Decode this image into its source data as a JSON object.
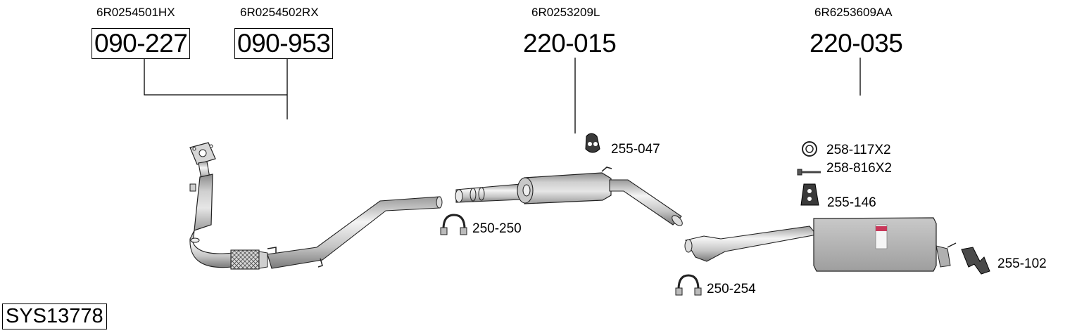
{
  "diagram": {
    "system_id": "SYS13778",
    "groups": [
      {
        "oem": "6R0254501HX",
        "part": "090-227",
        "boxed": true
      },
      {
        "oem": "6R0254502RX",
        "part": "090-953",
        "boxed": true
      },
      {
        "oem": "6R0253209L",
        "part": "220-015",
        "boxed": false
      },
      {
        "oem": "6R6253609AA",
        "part": "220-035",
        "boxed": false
      }
    ],
    "fittings": [
      {
        "part": "255-047",
        "icon": "rubber-hanger-icon"
      },
      {
        "part": "250-250",
        "icon": "pipe-clamp-icon"
      },
      {
        "part": "258-117X2",
        "icon": "gasket-ring-icon"
      },
      {
        "part": "258-816X2",
        "icon": "bolt-icon"
      },
      {
        "part": "255-146",
        "icon": "rubber-hanger-icon"
      },
      {
        "part": "250-254",
        "icon": "pipe-clamp-icon"
      },
      {
        "part": "255-102",
        "icon": "mounting-bracket-icon"
      }
    ],
    "colors": {
      "line": "#000000",
      "metal_light": "#e2e2e2",
      "metal_mid": "#b9b9b9",
      "metal_dark": "#6e6e6e",
      "label_accent": "#c8385a"
    }
  }
}
